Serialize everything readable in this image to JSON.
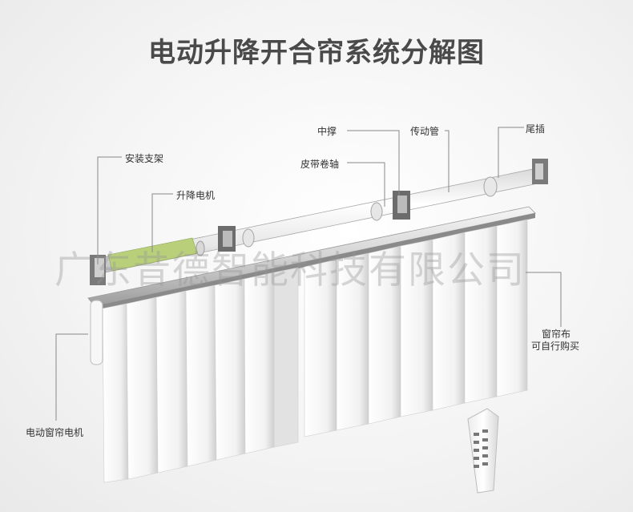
{
  "title": "电动升降开合帘系统分解图",
  "labels": {
    "bracket": "安装支架",
    "lift_motor": "升降电机",
    "center_bracket": "中撑",
    "belt_shaft": "皮带卷轴",
    "drive_tube": "传动管",
    "end_plug": "尾插",
    "curtain_motor": "电动窗帘电机",
    "fabric_line1": "窗帘布",
    "fabric_line2": "可自行购买"
  },
  "watermark": "广东昔德智能科技有限公司",
  "colors": {
    "title": "#4a4a4a",
    "line": "#888888",
    "motor_green": "#b9cf7a",
    "bracket_gray": "#7a7a7a"
  }
}
